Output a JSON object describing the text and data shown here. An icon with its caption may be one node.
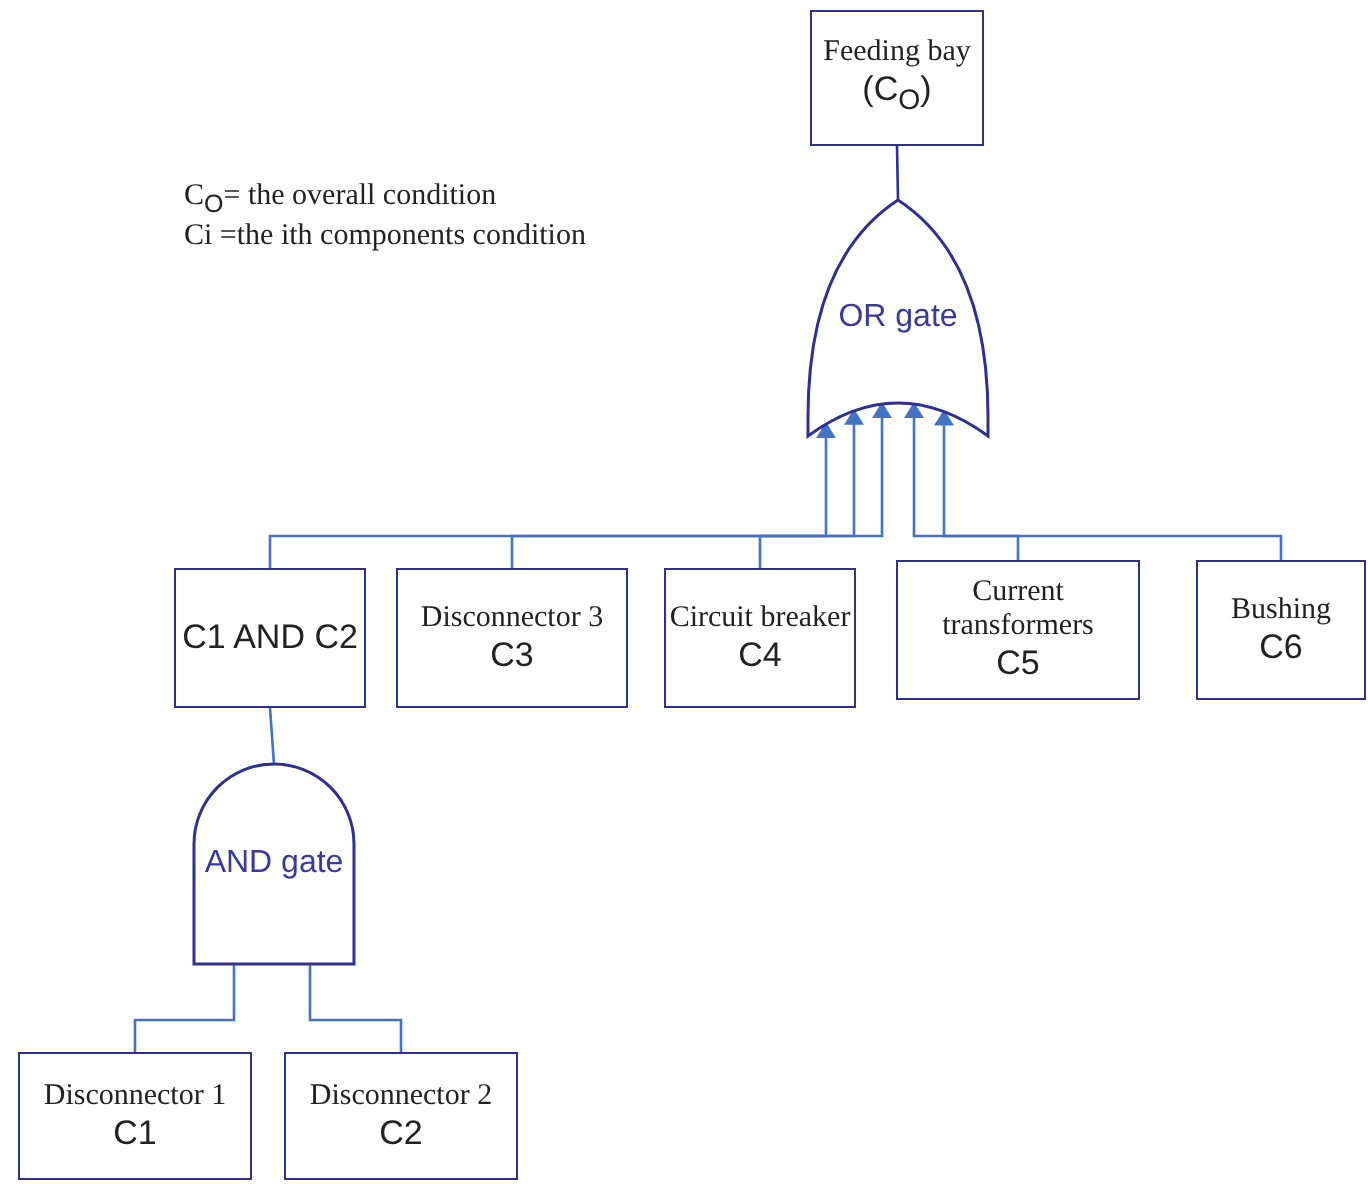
{
  "diagram": {
    "nodes": [
      {
        "text": [
          "Feeding bay",
          "(C$_{O}$)"
        ]
      },
      {
        "text": [
          "OR gate"
        ]
      },
      {
        "text": [
          "C1 AND C2"
        ]
      },
      {
        "text": [
          "Disconnector 3",
          "C3"
        ]
      },
      {
        "text": [
          "Circuit breaker",
          "C4"
        ]
      },
      {
        "text": [
          "Current transformers",
          "C5"
        ]
      },
      {
        "text": [
          "Bushing",
          "C6"
        ]
      },
      {
        "text": [
          "AND gate"
        ]
      },
      {
        "text": [
          "Disconnector 1",
          "C1"
        ]
      },
      {
        "text": [
          "Disconnector 2",
          "C2"
        ]
      }
    ],
    "edges": [
      {
        "from": 0,
        "to": 1,
        "arrow": "none"
      },
      {
        "from": 2,
        "to": 1,
        "arrow": "to"
      },
      {
        "from": 3,
        "to": 1,
        "arrow": "to"
      },
      {
        "from": 4,
        "to": 1,
        "arrow": "to"
      },
      {
        "from": 5,
        "to": 1,
        "arrow": "to"
      },
      {
        "from": 6,
        "to": 1,
        "arrow": "to"
      },
      {
        "from": 7,
        "to": 2,
        "arrow": "none"
      },
      {
        "from": 8,
        "to": 7,
        "arrow": "none"
      },
      {
        "from": 9,
        "to": 7,
        "arrow": "none"
      }
    ],
    "labels": [
      "C$_{O}$= the overall condition",
      "Ci =the ith components condition"
    ]
  }
}
